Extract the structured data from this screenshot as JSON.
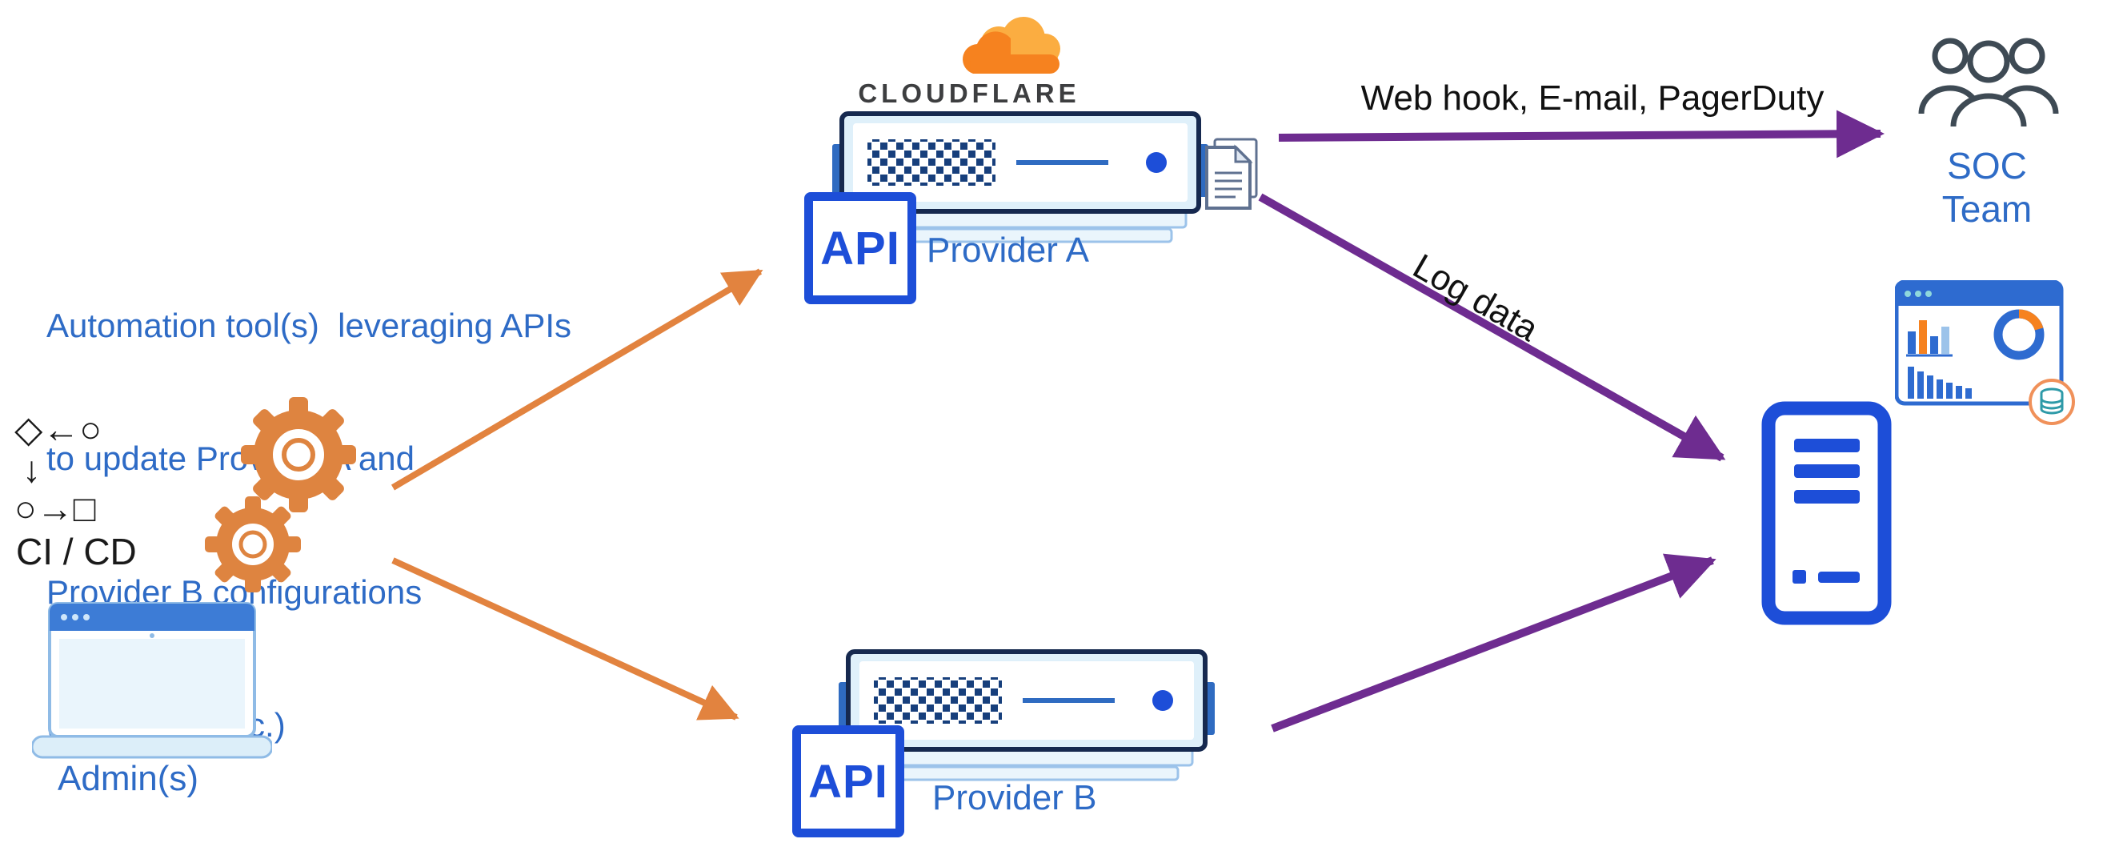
{
  "note": {
    "line1": "Automation tool(s)  leveraging APIs",
    "line2": "to update Provider A and",
    "line3": "Provider B configurations",
    "line4": "(Terraform, etc.)"
  },
  "cicd": {
    "glyph_row1": "◇←○",
    "glyph_row2": "↓",
    "glyph_row3": "○→□",
    "label": "CI / CD"
  },
  "admins": {
    "label": "Admin(s)"
  },
  "cloudflare": {
    "wordmark": "CLOUDFLARE"
  },
  "provider_a": {
    "api": "API",
    "label": "Provider A"
  },
  "provider_b": {
    "api": "API",
    "label": "Provider B"
  },
  "flows": {
    "webhook_label": "Web hook, E-mail, PagerDuty",
    "log_label": "Log data"
  },
  "soc": {
    "label": "SOC Team"
  },
  "icons": [
    "cicd-flow-icon",
    "gears-icon",
    "laptop-icon",
    "cloudflare-logo-icon",
    "server-provider-a-icon",
    "server-provider-b-icon",
    "api-badge",
    "log-document-icon",
    "soc-team-icon",
    "dashboard-analytics-icon",
    "siem-server-icon"
  ],
  "colors": {
    "blue_text": "#2E6BC6",
    "icon_blue": "#1D4ED8",
    "server_border": "#16294F",
    "light_blue_fill": "#DFF0FA",
    "orange_arrow": "#E2833F",
    "cloudflare_orange": "#F6821F",
    "cloudflare_orange_light": "#FBAD41",
    "purple_arrow": "#6E2C90",
    "dark_text": "#111111"
  }
}
